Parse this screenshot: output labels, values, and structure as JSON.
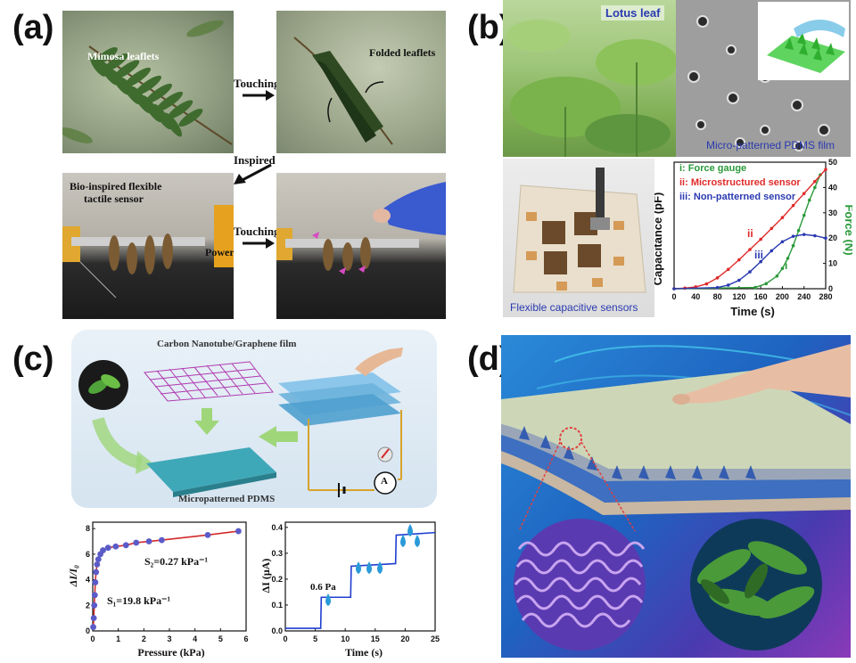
{
  "panel_labels": {
    "a": "(a)",
    "b": "(b)",
    "c": "(c)",
    "d": "(d)"
  },
  "panel_a": {
    "mimosa_leaflets": "Mimosa leaflets",
    "folded_leaflets": "Folded leaflets",
    "touching_top": "Touching",
    "inspired": "Inspired",
    "sensor_line1": "Bio-inspired flexible",
    "sensor_line2": "tactile sensor",
    "touching_bottom": "Touching",
    "power": "Power"
  },
  "panel_b": {
    "lotus_leaf": "Lotus leaf",
    "pdms_film": "Micro-patterned PDMS film",
    "flexible_sensors": "Flexible capacitive sensors"
  },
  "panel_c": {
    "cnt_film": "Carbon Nanotube/Graphene film",
    "pdms": "Micropatterned PDMS",
    "ammeter": "A",
    "annotation_06pa": "0.6 Pa",
    "s1": "S₁=19.8 kPa⁻¹",
    "s2": "S₂=0.27 kPa⁻¹"
  },
  "colors": {
    "force": "#2a9a3a",
    "microstructured": "#e02a2a",
    "nonpatterned": "#2a3ab0",
    "scatter": "#5b5bc8",
    "fit": "#d22a2a",
    "current": "#1f3fd0"
  },
  "chart_data": [
    {
      "type": "line",
      "panel": "b",
      "xlabel": "Time (s)",
      "ylabel": "Capacitance (pF)",
      "y2label": "Force (N)",
      "xlim": [
        0,
        280
      ],
      "xticks": [
        0,
        40,
        80,
        120,
        160,
        200,
        240,
        280
      ],
      "y2lim": [
        0,
        50
      ],
      "y2ticks": [
        0,
        10,
        20,
        30,
        40,
        50
      ],
      "legend": [
        "i: Force gauge",
        "ii: Microstructured sensor",
        "iii: Non-patterned sensor"
      ],
      "series_labels": [
        "i",
        "ii",
        "iii"
      ],
      "series": [
        {
          "name": "i: Force gauge",
          "axis": "right",
          "x": [
            0,
            150,
            170,
            190,
            200,
            210,
            220,
            230,
            240,
            250,
            260,
            270
          ],
          "y": [
            0,
            0.5,
            2,
            5,
            8,
            12,
            17,
            23,
            29,
            35,
            40,
            45
          ]
        },
        {
          "name": "ii: Microstructured sensor",
          "axis": "left",
          "x": [
            0,
            20,
            40,
            60,
            80,
            100,
            120,
            140,
            160,
            180,
            200,
            220,
            240,
            260,
            280
          ],
          "y": [
            0,
            0.1,
            0.3,
            0.8,
            1.8,
            3.2,
            4.8,
            6.5,
            8.2,
            10.0,
            11.8,
            13.8,
            15.8,
            17.8,
            19.8
          ]
        },
        {
          "name": "iii: Non-patterned sensor",
          "axis": "left",
          "x": [
            0,
            80,
            100,
            120,
            140,
            160,
            180,
            200,
            220,
            240,
            260,
            280
          ],
          "y": [
            0,
            0.2,
            0.6,
            1.4,
            2.8,
            4.5,
            6.3,
            7.8,
            8.7,
            9.0,
            8.8,
            8.4
          ]
        }
      ]
    },
    {
      "type": "scatter",
      "panel": "c-left",
      "xlabel": "Pressure (kPa)",
      "ylabel": "ΔI/I₀",
      "xlim": [
        0,
        6
      ],
      "xticks": [
        0,
        1,
        2,
        3,
        4,
        5,
        6
      ],
      "ylim": [
        0,
        8.5
      ],
      "yticks": [
        0,
        2,
        4,
        6,
        8
      ],
      "series": [
        {
          "name": "data",
          "x": [
            0.02,
            0.04,
            0.06,
            0.08,
            0.1,
            0.13,
            0.17,
            0.22,
            0.3,
            0.4,
            0.6,
            0.9,
            1.3,
            1.7,
            2.2,
            2.7,
            4.5,
            5.7
          ],
          "y": [
            0.3,
            1.0,
            2.0,
            2.8,
            3.8,
            4.6,
            5.2,
            5.6,
            6.0,
            6.3,
            6.5,
            6.6,
            6.7,
            6.9,
            7.0,
            7.1,
            7.5,
            7.8
          ]
        }
      ]
    },
    {
      "type": "line",
      "panel": "c-right",
      "xlabel": "Time (s)",
      "ylabel": "ΔI (μA)",
      "xlim": [
        0,
        25
      ],
      "xticks": [
        0,
        5,
        10,
        15,
        20,
        25
      ],
      "ylim": [
        0,
        0.42
      ],
      "yticks": [
        0.0,
        0.1,
        0.2,
        0.3,
        0.4
      ],
      "series": [
        {
          "name": "current",
          "x": [
            0,
            5.9,
            6.0,
            10.9,
            11.0,
            18.4,
            18.5,
            25
          ],
          "y": [
            0.01,
            0.01,
            0.13,
            0.13,
            0.25,
            0.26,
            0.37,
            0.38
          ]
        }
      ]
    }
  ]
}
